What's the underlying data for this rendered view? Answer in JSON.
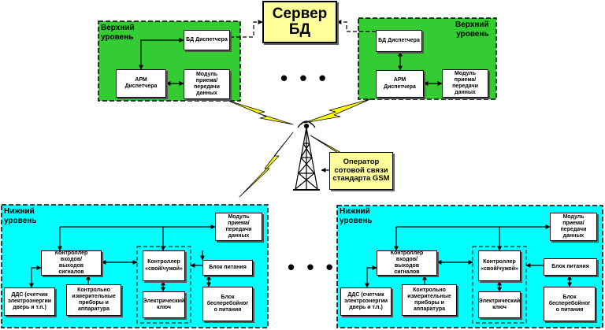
{
  "server": {
    "label": "Сервер\nБД"
  },
  "operator": {
    "label": "Оператор\nсотовой связи\nстандарта GSM"
  },
  "upper_left": {
    "level_label": "Верхний\nуровень",
    "db_dispatcher": "БД Диспетчера",
    "arm_dispatcher": "АРМ\nДиспетчера",
    "data_module": "Модуль\nприема/\nпередачи\nданных"
  },
  "upper_right": {
    "level_label": "Верхний\nуровень",
    "db_dispatcher": "БД Диспетчера",
    "arm_dispatcher": "АРМ\nДиспетчера",
    "data_module": "Модуль\nприема/\nпередачи\nданных"
  },
  "upper_ellipsis": "• • •",
  "lower_left": {
    "level_label": "Нижний\nуровень",
    "data_module": "Модуль\nприема/\nпередачи\nданных",
    "io_controller": "Контроллер\nвходов/\nвыходов\nсигналов",
    "friend_foe_controller": "Контроллер\n«свой/чужой»",
    "power_unit": "Блок питания",
    "dds": "ДДС (счетчик\nэлектроэнергии\nдверь и т.п.)",
    "instruments": "Контрольно\nизмерительные\nприборы и\nаппаратура",
    "electric_key": "Электрический\nключ",
    "ups": "Блок\nбесперебойног\nо питания"
  },
  "lower_right": {
    "level_label": "Нижний\nуровень",
    "data_module": "Модуль\nприема/\nпередачи\nданных",
    "io_controller": "Контроллер\nвходов/\nвыходов\nсигналов",
    "friend_foe_controller": "Контроллер\n«свой/чужой»",
    "power_unit": "Блок питания",
    "dds": "ДДС (счетчик\nэлектроэнергии\nдверь и т.п.)",
    "instruments": "Контрольно\nизмерительные\nприборы и\nаппаратура",
    "electric_key": "Электрический\nключ",
    "ups": "Блок\nбесперебойног\nо питания"
  },
  "lower_ellipsis": "• • •",
  "colors": {
    "upper_panel": "#33cc33",
    "lower_panel": "#00ffff",
    "server_fill": "#ffff99",
    "lightning": "#ffff00"
  },
  "icons": [
    "cell-tower-icon",
    "lightning-icon"
  ]
}
